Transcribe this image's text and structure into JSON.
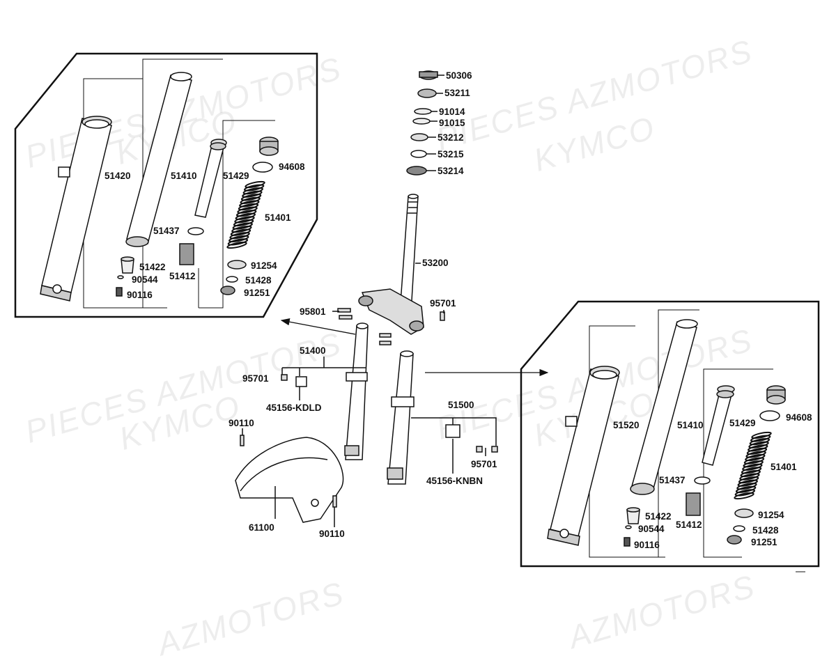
{
  "watermarks": {
    "line1": "PIECES AZMOTORS",
    "line2": "KYMCO",
    "partial": "AZMOTORS"
  },
  "left_panel": {
    "p51420": "51420",
    "p51410": "51410",
    "p51429": "51429",
    "p94608": "94608",
    "p51401": "51401",
    "p51437": "51437",
    "p51422": "51422",
    "p51412": "51412",
    "p91254": "91254",
    "p90544": "90544",
    "p51428": "51428",
    "p90116": "90116",
    "p91251": "91251"
  },
  "right_panel": {
    "p51520": "51520",
    "p51410": "51410",
    "p51429": "51429",
    "p94608": "94608",
    "p51401": "51401",
    "p51437": "51437",
    "p51422": "51422",
    "p51412": "51412",
    "p91254": "91254",
    "p90544": "90544",
    "p51428": "51428",
    "p90116": "90116",
    "p91251": "91251"
  },
  "steering_stack": {
    "p50306": "50306",
    "p53211": "53211",
    "p91014": "91014",
    "p91015": "91015",
    "p53212": "53212",
    "p53215": "53215",
    "p53214": "53214",
    "p53200": "53200"
  },
  "center": {
    "p95801": "95801",
    "p95701_top": "95701",
    "p51400": "51400",
    "p95701_left": "95701",
    "p45156_kdld": "45156-KDLD",
    "p51500": "51500",
    "p45156_knbn": "45156-KNBN",
    "p95701_right": "95701",
    "p90110_top": "90110",
    "p61100": "61100",
    "p90110_bottom": "90110"
  }
}
